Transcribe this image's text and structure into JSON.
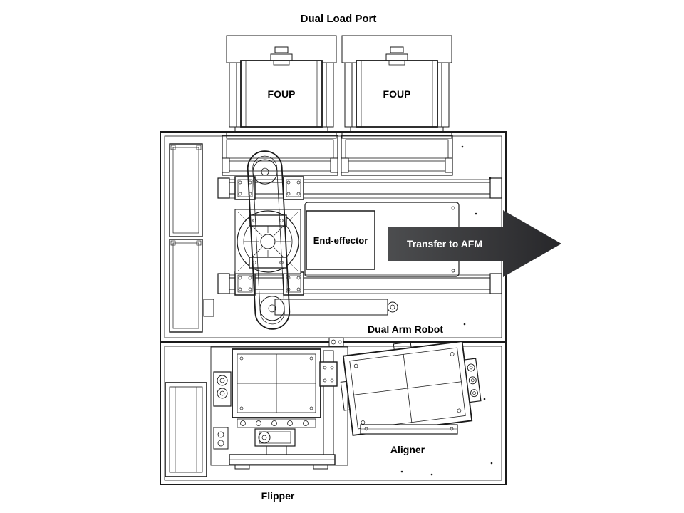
{
  "diagram": {
    "title": "Dual Load Port",
    "labels": {
      "foup_left": "FOUP",
      "foup_right": "FOUP",
      "end_effector": "End-effector",
      "transfer_arrow": "Transfer to AFM",
      "dual_arm_robot": "Dual Arm Robot",
      "aligner": "Aligner",
      "flipper": "Flipper"
    },
    "colors": {
      "line": "#1a1a1a",
      "arrow_fill_light": "#4c4d4f",
      "arrow_fill_dark": "#27272a",
      "arrow_text": "#ffffff",
      "label_text": "#000000",
      "background": "#ffffff"
    }
  }
}
